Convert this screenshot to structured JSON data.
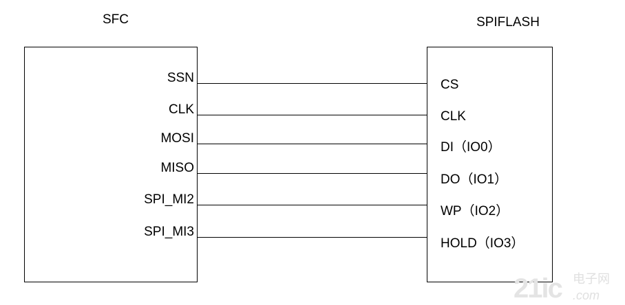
{
  "left_block": {
    "title": "SFC",
    "pins": [
      "SSN",
      "CLK",
      "MOSI",
      "MISO",
      "SPI_MI2",
      "SPI_MI3"
    ]
  },
  "right_block": {
    "title": "SPIFLASH",
    "pins": [
      "CS",
      "CLK",
      "DI（IO0）",
      "DO（IO1）",
      "WP（IO2）",
      "HOLD（IO3）"
    ]
  },
  "watermark": {
    "logo": "21ic",
    "cn": "电子网",
    "domain": ".com"
  }
}
